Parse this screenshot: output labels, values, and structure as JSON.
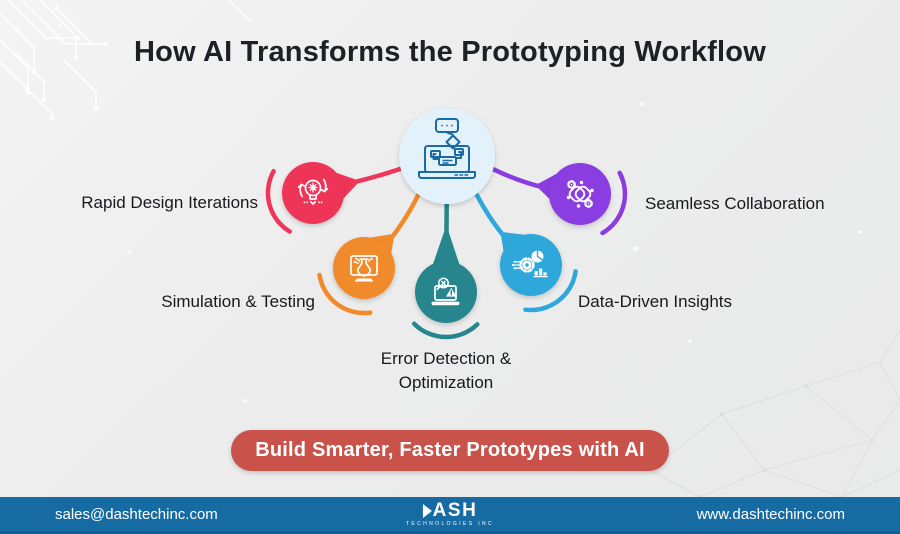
{
  "title": "How AI Transforms the Prototyping Workflow",
  "center": {
    "icon": "ai-prototyping-laptop-icon",
    "color": "#1a6ba4",
    "bg": "#e3f1fb"
  },
  "nodes": [
    {
      "id": "rapid-design-iterations",
      "label": "Rapid Design Iterations",
      "color": "#ee3659",
      "icon": "iteration-lightbulb-icon"
    },
    {
      "id": "simulation-testing",
      "label": "Simulation & Testing",
      "color": "#f18a2b",
      "icon": "flask-monitor-icon"
    },
    {
      "id": "error-detection-optimization",
      "label": "Error Detection & Optimization",
      "color": "#26858d",
      "icon": "laptop-error-scan-icon"
    },
    {
      "id": "data-driven-insights",
      "label": "Data-Driven Insights",
      "color": "#2fa7db",
      "icon": "analytics-gear-pie-icon"
    },
    {
      "id": "seamless-collaboration",
      "label": "Seamless Collaboration",
      "color": "#8a3ce0",
      "icon": "collaboration-links-icon"
    }
  ],
  "cta": {
    "label": "Build Smarter, Faster Prototypes with AI",
    "bg": "#c9534a"
  },
  "footer": {
    "bg": "#176ba3",
    "email": "sales@dashtechinc.com",
    "logo_name": "ASH",
    "logo_sub": "TECHNOLOGIES INC",
    "website": "www.dashtechinc.com"
  }
}
